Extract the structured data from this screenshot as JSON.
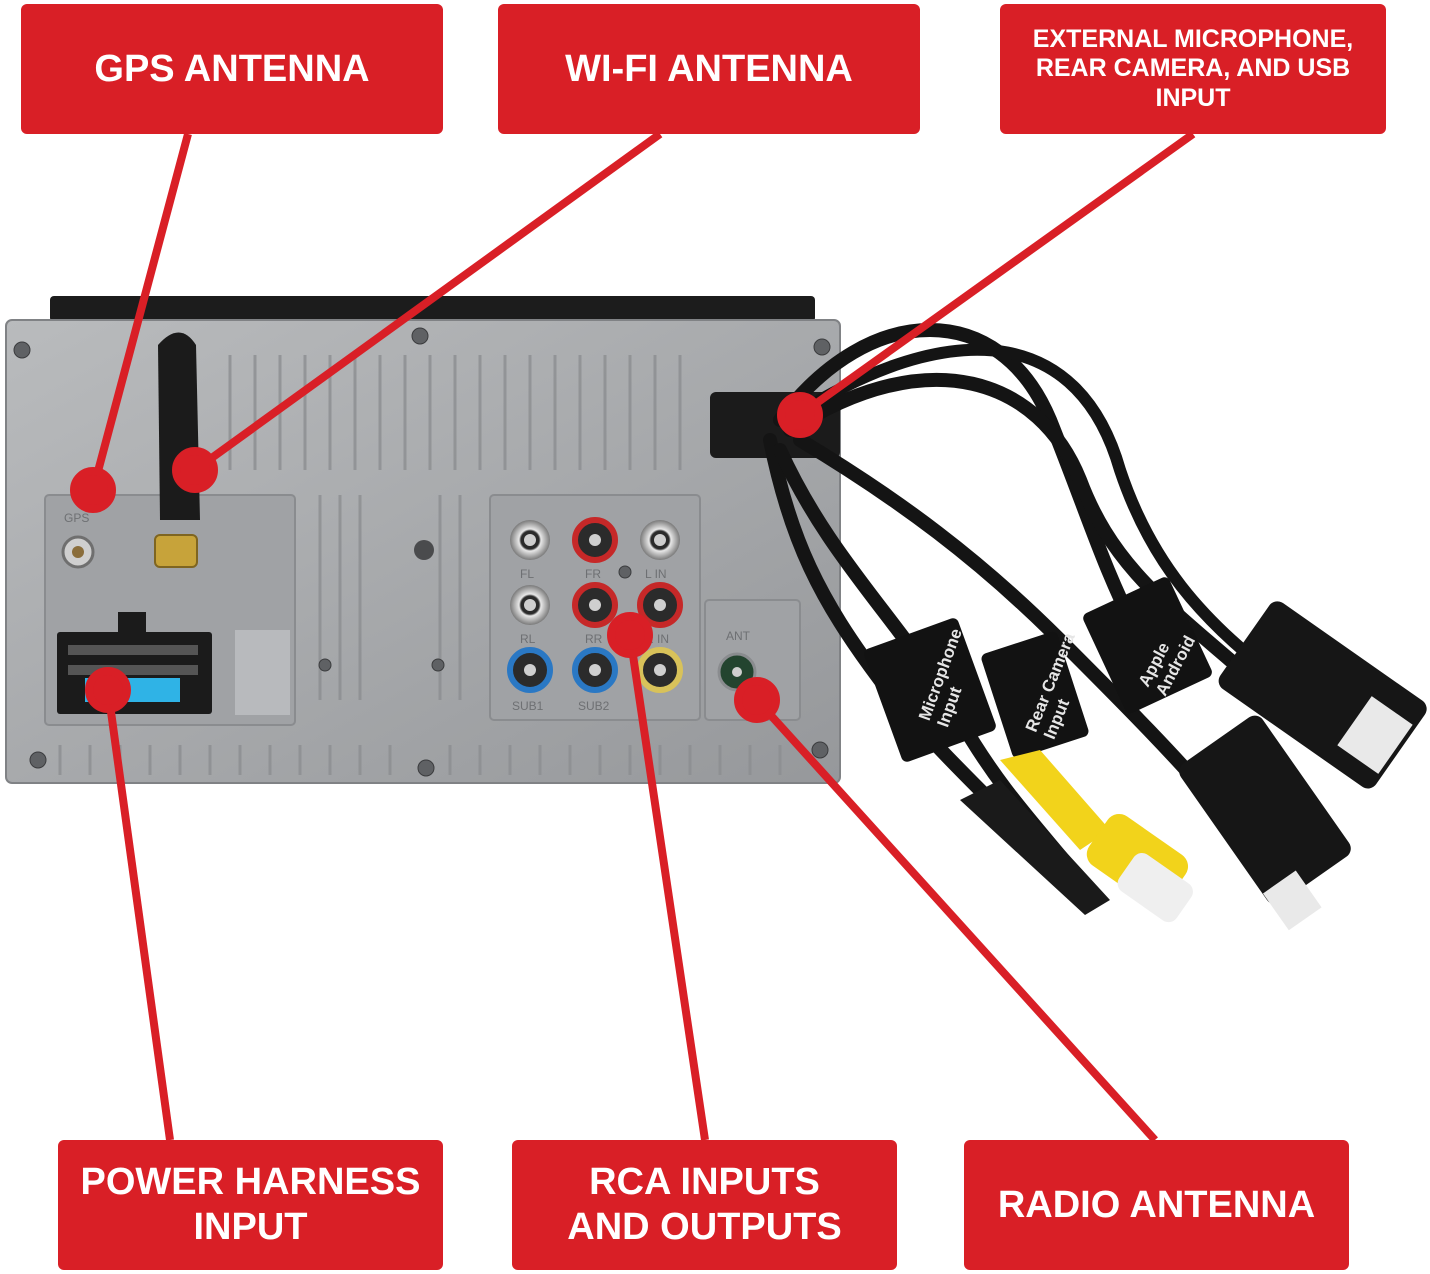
{
  "callouts": {
    "gps": "GPS ANTENNA",
    "wifi": "WI-FI ANTENNA",
    "external": "EXTERNAL MICROPHONE,\nREAR CAMERA, AND USB\nINPUT",
    "power": "POWER HARNESS\nINPUT",
    "rca": "RCA INPUTS\nAND OUTPUTS",
    "radio": "RADIO ANTENNA"
  },
  "panel_markings": {
    "gps": "GPS",
    "ant": "ANT",
    "fl": "FL",
    "fr": "FR",
    "lin": "L IN",
    "rl": "RL",
    "rr": "RR",
    "rin": "R IN",
    "sub1": "SUB1",
    "sub2": "SUB2"
  },
  "cable_tags": {
    "mic": "Microphone\nInput",
    "camera": "Rear Camera\nInput",
    "usb": "Apple\nAndroid"
  },
  "colors": {
    "callout_red": "#d91f26",
    "chassis": "#a7a9ab",
    "cable": "#141414"
  }
}
